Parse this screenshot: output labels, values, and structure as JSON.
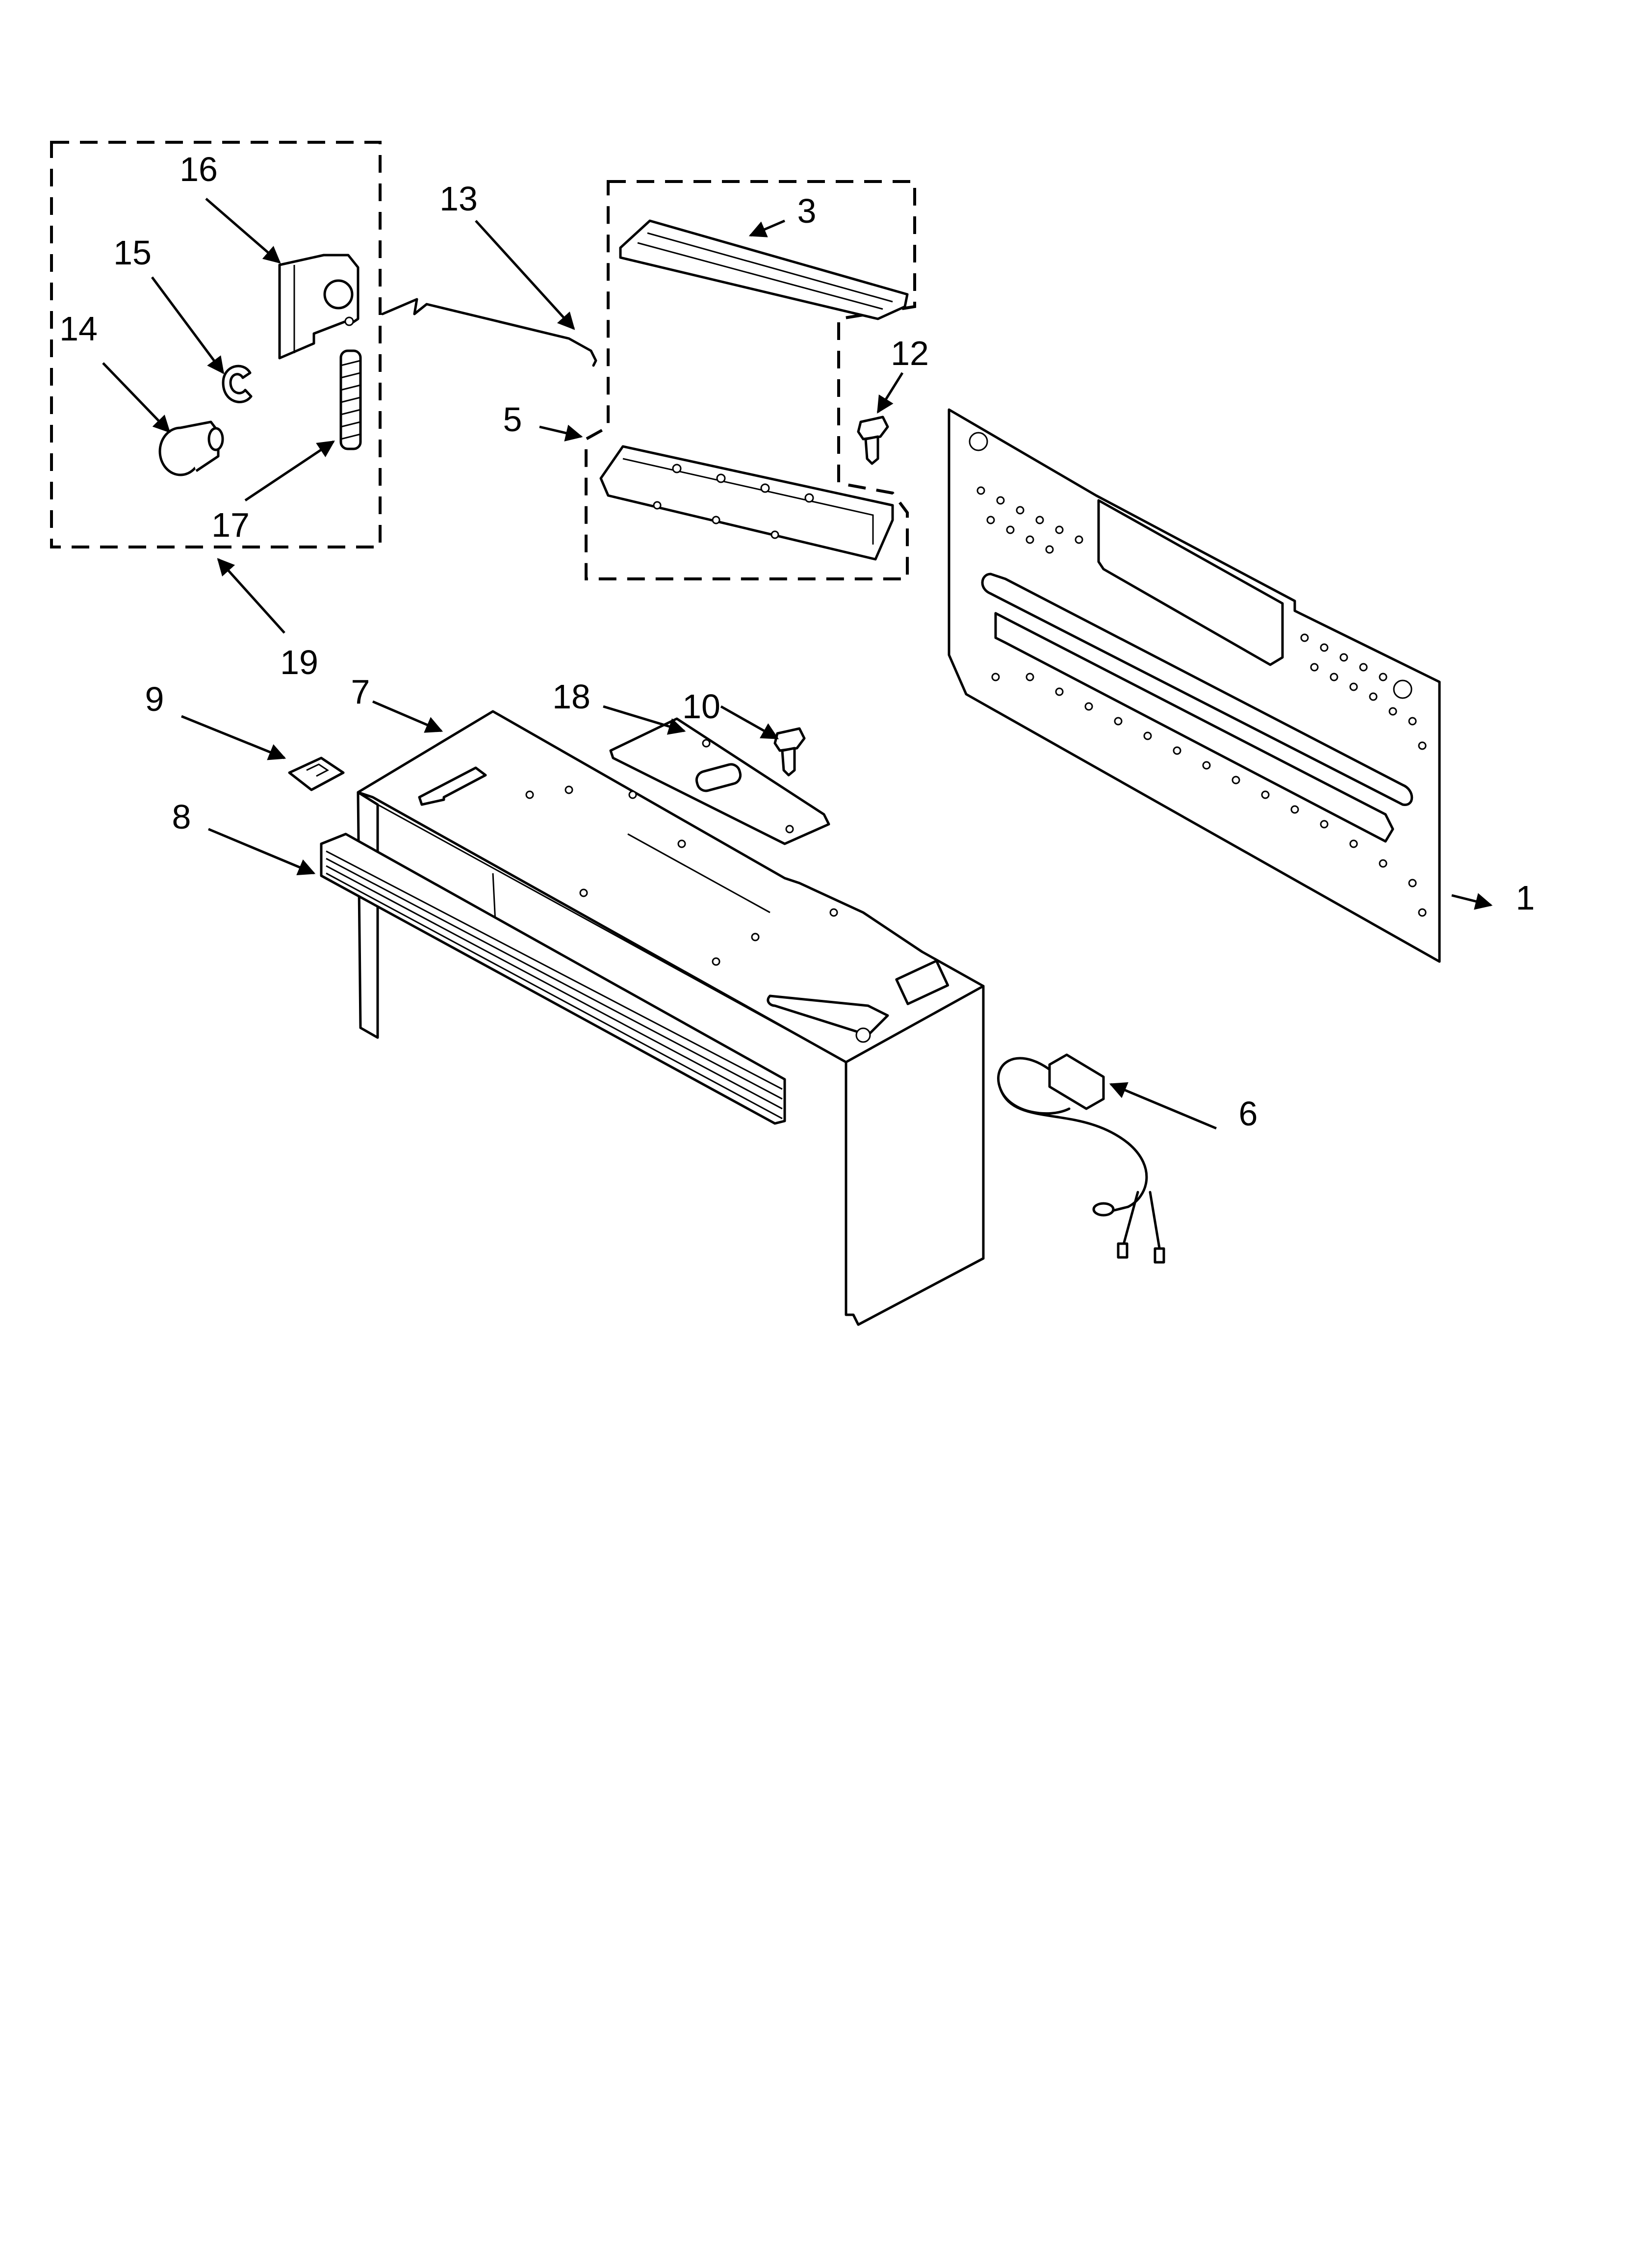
{
  "callouts": [
    {
      "id": "1",
      "text": "1"
    },
    {
      "id": "3",
      "text": "3"
    },
    {
      "id": "5",
      "text": "5"
    },
    {
      "id": "6",
      "text": "6"
    },
    {
      "id": "7",
      "text": "7"
    },
    {
      "id": "8",
      "text": "8"
    },
    {
      "id": "9",
      "text": "9"
    },
    {
      "id": "10",
      "text": "10"
    },
    {
      "id": "12",
      "text": "12"
    },
    {
      "id": "13",
      "text": "13"
    },
    {
      "id": "14",
      "text": "14"
    },
    {
      "id": "15",
      "text": "15"
    },
    {
      "id": "16",
      "text": "16"
    },
    {
      "id": "17",
      "text": "17"
    },
    {
      "id": "18",
      "text": "18"
    },
    {
      "id": "19",
      "text": "19"
    }
  ]
}
